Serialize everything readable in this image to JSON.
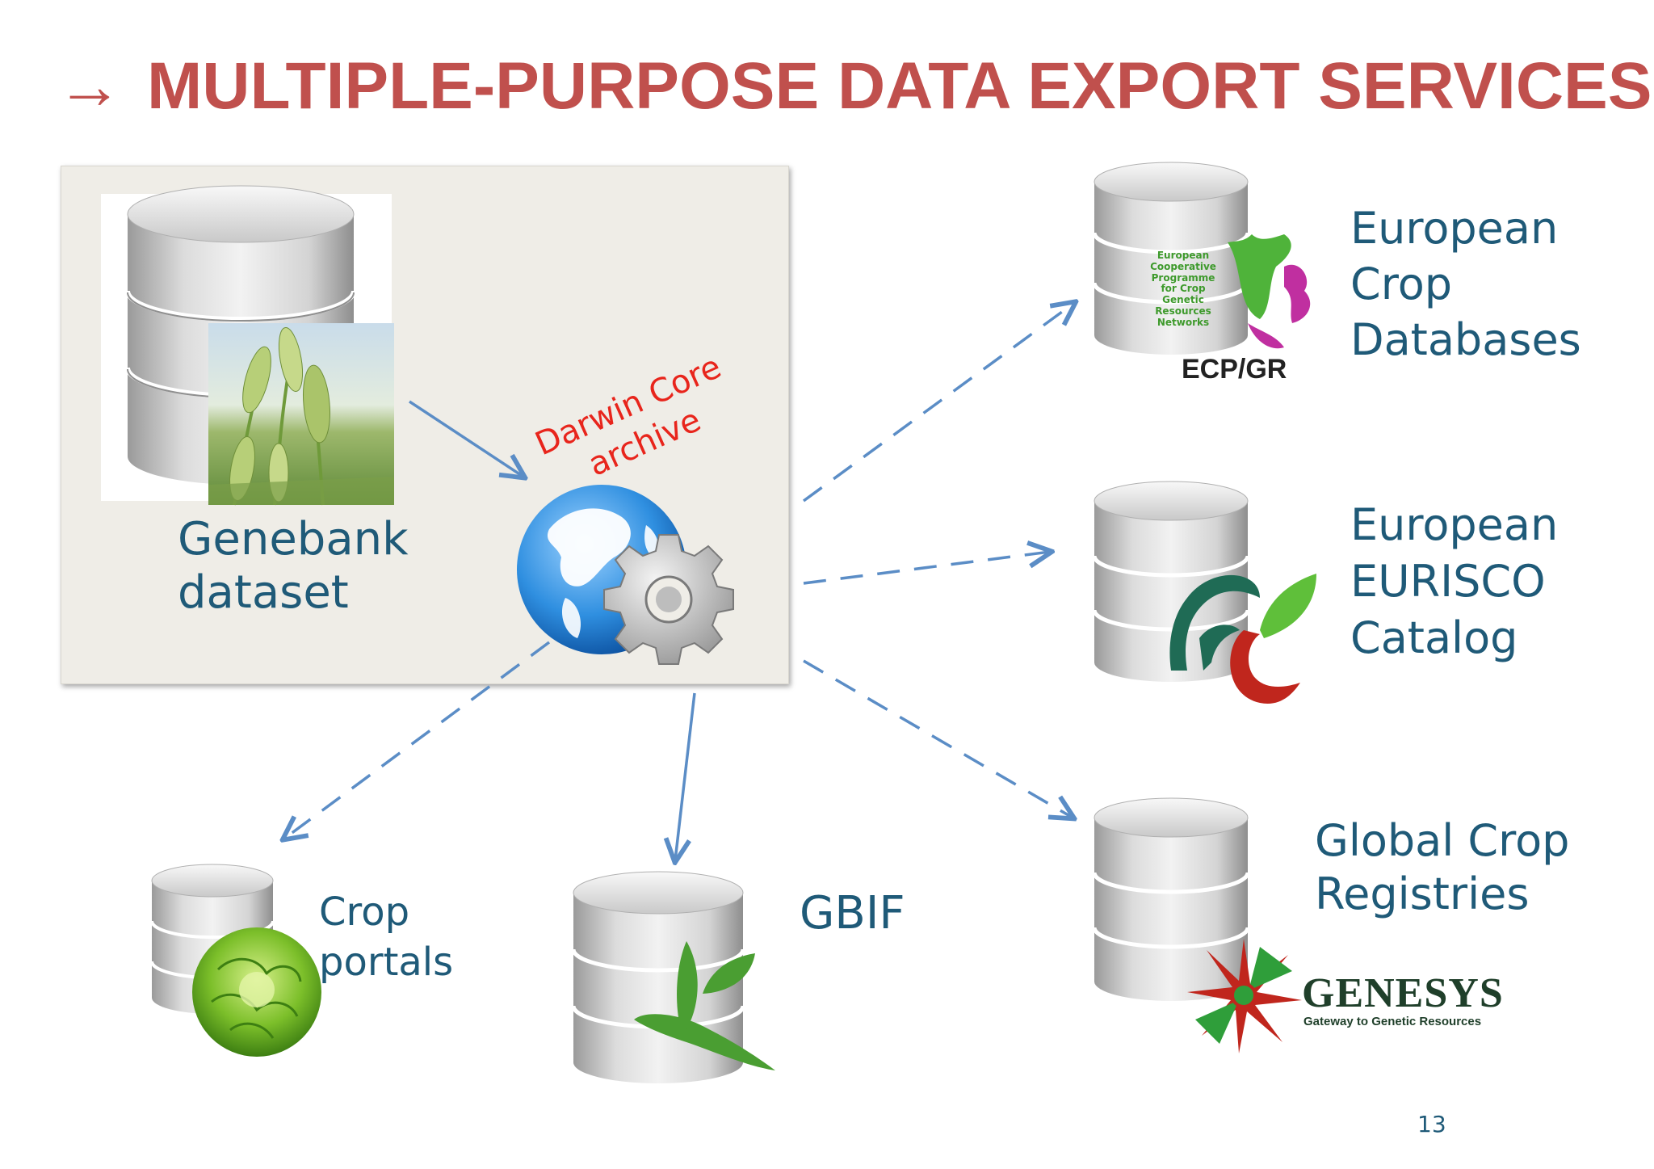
{
  "title": {
    "arrow": "→",
    "text": "MULTIPLE-PURPOSE DATA EXPORT SERVICES",
    "color": "#c0504d"
  },
  "source": {
    "label_lines": [
      "Genebank",
      "dataset"
    ]
  },
  "hub": {
    "label_lines": [
      "Darwin Core",
      "archive"
    ],
    "icons": [
      "globe-icon",
      "gear-icon"
    ]
  },
  "targets": {
    "ecpgr": {
      "label_lines": [
        "European",
        "Crop",
        "Databases"
      ],
      "logo_text": "ECP/GR",
      "logo_small_lines": [
        "European",
        "Cooperative",
        "Programme",
        "for Crop",
        "Genetic",
        "Resources",
        "Networks"
      ]
    },
    "eurisco": {
      "label_lines": [
        "European",
        "EURISCO",
        "Catalog"
      ]
    },
    "genesys": {
      "label_lines": [
        "Global Crop",
        "Registries"
      ],
      "logo_text": "GENESYS",
      "logo_tagline": "Gateway to Genetic Resources"
    },
    "gbif": {
      "label_lines": [
        "GBIF"
      ]
    },
    "crop_portals": {
      "label_lines": [
        "Crop",
        "portals"
      ]
    }
  },
  "page_number": "13",
  "colors": {
    "label": "#1f5a78",
    "darwin_core": "#e8251c",
    "arrow": "#5b8dc6",
    "panel": "#efede7"
  }
}
